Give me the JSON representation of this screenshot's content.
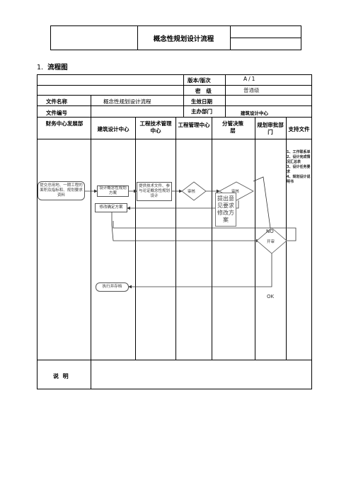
{
  "header": {
    "title": "概念性规划设计流程"
  },
  "section": {
    "number": "1.",
    "title": "流程图"
  },
  "info": {
    "version_label": "版本/版次",
    "version_value": "A/1",
    "secret_label": "密   级",
    "secret_value": "普通级",
    "doc_name_label": "文件名称",
    "doc_name_value": "概念性规划设计流程",
    "effective_label": "生效日期",
    "doc_no_label": "文件编号",
    "host_label": "主办部门",
    "host_value": "建筑设计中心"
  },
  "columns": [
    "财务中心发展部",
    "建筑设计中心",
    "工程技术管理中心",
    "工程管理中心",
    "分管决策层",
    "规划审批部门",
    "支持文件"
  ],
  "flow": {
    "start": "提交总用地、一期工程的面积及指标和、规划要求资料",
    "design_box": "设计概念性规划方案",
    "tech_box": "提供技术文件、参与论证概念性规划设计",
    "review1": "审核",
    "review2": "审核",
    "feedback": "提出意见要求修改方案",
    "modify_box": "修改确定方案",
    "review3": "开审",
    "execute_box": "执行并存档",
    "no_label": "NO",
    "ok_label": "OK"
  },
  "support_docs": [
    "1、工作联系单",
    "2、设计完成情况汇总表",
    "3、设计任务要求",
    "4、规划设计说明书"
  ],
  "footer": {
    "note_label": "说  明"
  }
}
